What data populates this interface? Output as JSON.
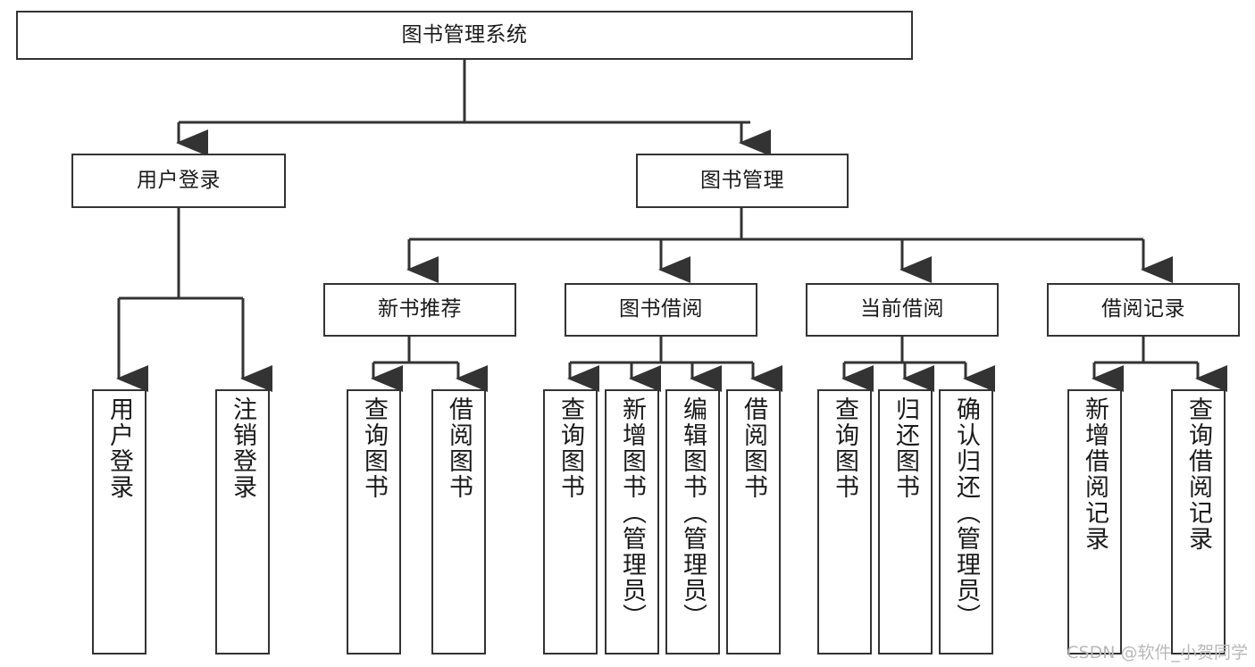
{
  "diagram": {
    "title": "图书管理系统",
    "type": "tree-hierarchy-chart",
    "orientation": "top-down",
    "line_color": "#333333",
    "box_fill": "#ffffff",
    "text_color": "#1a1a1a"
  },
  "nodes": {
    "root": {
      "label": "图书管理系统",
      "level": 1
    },
    "l2": [
      {
        "id": "user-login",
        "label": "用户登录",
        "level": 2
      },
      {
        "id": "book-admin",
        "label": "图书管理",
        "level": 2
      }
    ],
    "l3": [
      {
        "id": "new-book-rec",
        "label": "新书推荐",
        "level": 3,
        "parent": "book-admin"
      },
      {
        "id": "book-borrow",
        "label": "图书借阅",
        "level": 3,
        "parent": "book-admin"
      },
      {
        "id": "current-borrow",
        "label": "当前借阅",
        "level": 3,
        "parent": "book-admin"
      },
      {
        "id": "borrow-record",
        "label": "借阅记录",
        "level": 3,
        "parent": "book-admin"
      }
    ],
    "leaves": [
      {
        "id": "leaf-user-login",
        "label": "用户登录",
        "parent": "user-login"
      },
      {
        "id": "leaf-user-logout",
        "label": "注销登录",
        "parent": "user-login"
      },
      {
        "id": "leaf-rec-query-book",
        "label": "查询图书",
        "parent": "new-book-rec"
      },
      {
        "id": "leaf-rec-borrow-book",
        "label": "借阅图书",
        "parent": "new-book-rec"
      },
      {
        "id": "leaf-borrow-query-book",
        "label": "查询图书",
        "parent": "book-borrow"
      },
      {
        "id": "leaf-add-book",
        "label": "新增图书（管理员）",
        "parent": "book-borrow"
      },
      {
        "id": "leaf-edit-book",
        "label": "编辑图书（管理员）",
        "parent": "book-borrow"
      },
      {
        "id": "leaf-borrow-book",
        "label": "借阅图书",
        "parent": "book-borrow"
      },
      {
        "id": "leaf-cur-query-book",
        "label": "查询图书",
        "parent": "current-borrow"
      },
      {
        "id": "leaf-return-book",
        "label": "归还图书",
        "parent": "current-borrow"
      },
      {
        "id": "leaf-confirm-return",
        "label": "确认归还（管理员）",
        "parent": "current-borrow"
      },
      {
        "id": "leaf-add-record",
        "label": "新增借阅记录",
        "parent": "borrow-record"
      },
      {
        "id": "leaf-query-record",
        "label": "查询借阅记录",
        "parent": "borrow-record"
      }
    ]
  },
  "watermark": {
    "text": "CSDN @软件_小贺同学"
  }
}
